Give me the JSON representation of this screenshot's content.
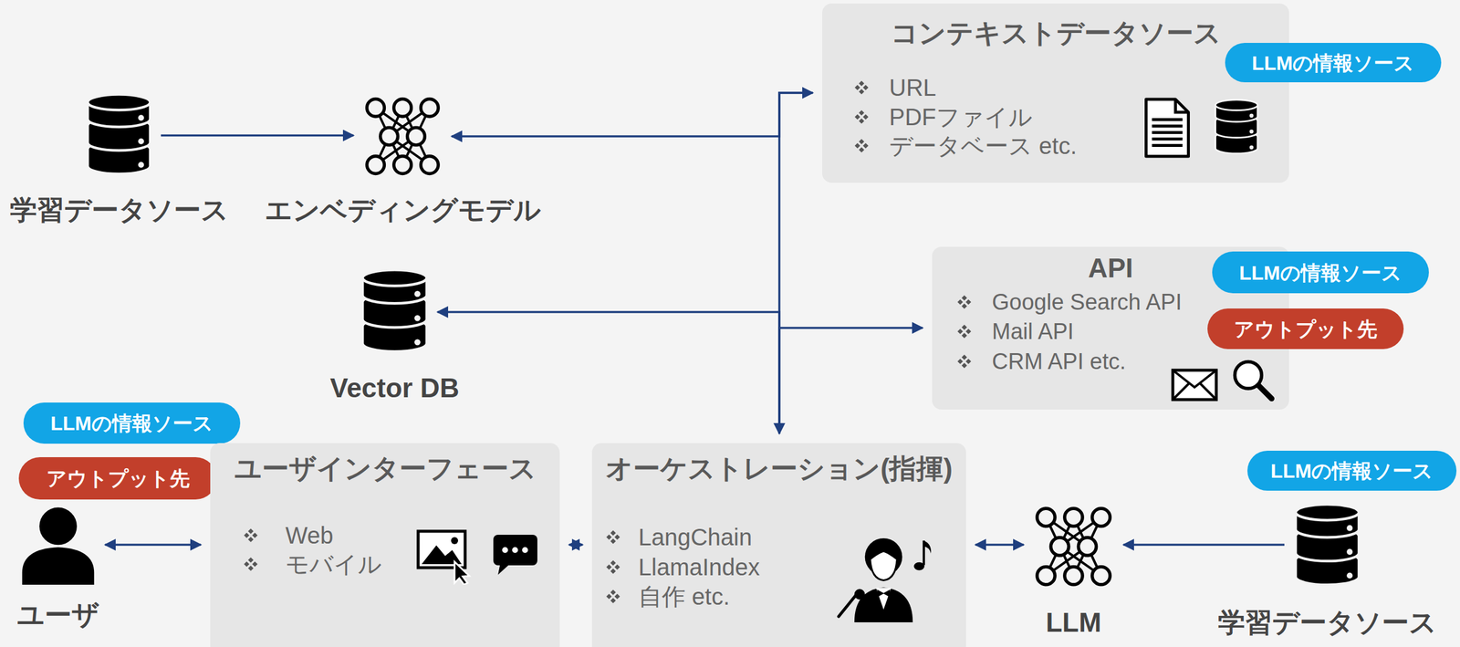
{
  "diagram": {
    "nodes": [
      {
        "text": [
          "学習データソース"
        ]
      },
      {
        "text": [
          "エンベディングモデル"
        ]
      },
      {
        "text": [
          "コンテキストデータソース",
          "URL",
          "PDFファイル",
          "データベース etc."
        ]
      },
      {
        "text": [
          "LLMの情報ソース"
        ],
        "in": 2
      },
      {
        "text": [
          "Vector DB"
        ]
      },
      {
        "text": [
          "API",
          "Google Search API",
          "Mail API",
          "CRM API etc."
        ]
      },
      {
        "text": [
          "LLMの情報ソース"
        ],
        "in": 5
      },
      {
        "text": [
          "アウトプット先"
        ],
        "in": 5
      },
      {
        "text": [
          "LLMの情報ソース"
        ]
      },
      {
        "text": [
          "アウトプット先"
        ]
      },
      {
        "text": [
          "ユーザ"
        ]
      },
      {
        "text": [
          "ユーザインターフェース",
          "Web",
          "モバイル"
        ]
      },
      {
        "text": [
          "オーケストレーション(指揮)",
          "LangChain",
          "LlamaIndex",
          "自作 etc."
        ]
      },
      {
        "text": [
          "LLM"
        ]
      },
      {
        "text": [
          "LLMの情報ソース"
        ]
      },
      {
        "text": [
          "学習データソース"
        ]
      }
    ],
    "edges": [
      {
        "from": 0,
        "to": 1,
        "arrow": "to"
      },
      {
        "from": 2,
        "to": 1,
        "arrow": "to"
      },
      {
        "from": 12,
        "to": 2,
        "arrow": "both"
      },
      {
        "from": 12,
        "to": 4,
        "arrow": "to"
      },
      {
        "from": 12,
        "to": 5,
        "arrow": "to"
      },
      {
        "from": 10,
        "to": 11,
        "arrow": "both"
      },
      {
        "from": 11,
        "to": 12,
        "arrow": "both"
      },
      {
        "from": 12,
        "to": 13,
        "arrow": "both"
      },
      {
        "from": 15,
        "to": 13,
        "arrow": "to"
      }
    ]
  }
}
